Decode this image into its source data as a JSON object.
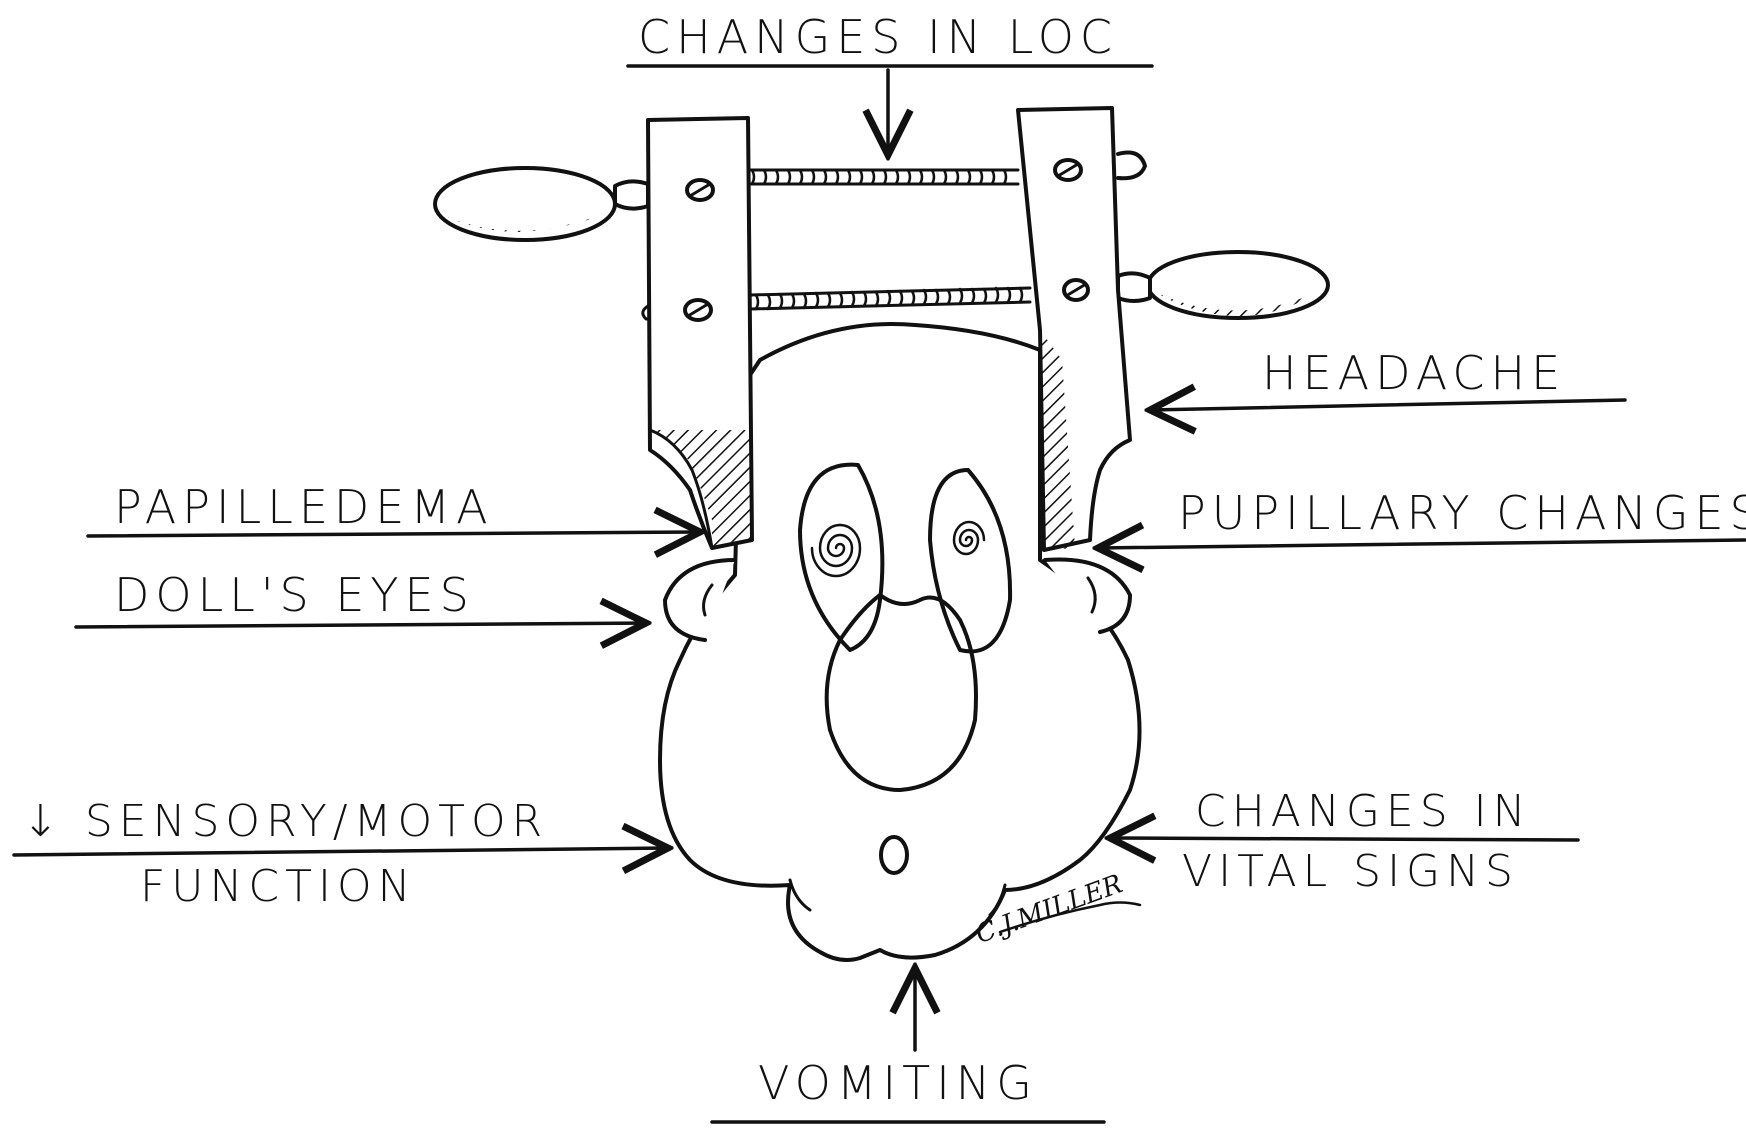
{
  "labels": {
    "changes_in_loc": "CHANGES IN LOC",
    "headache": "HEADACHE",
    "papilledema": "PAPILLEDEMA",
    "pupillary_changes": "PUPILLARY CHANGES",
    "dolls_eyes": "DOLL'S EYES",
    "sensory_motor_line1": "↓ SENSORY/MOTOR",
    "sensory_motor_line2": "FUNCTION",
    "vital_signs_line1": "CHANGES IN",
    "vital_signs_line2": "VITAL SIGNS",
    "vomiting": "VOMITING"
  },
  "signature": "C.J.MILLER",
  "colors": {
    "ink": "#111111",
    "background": "#ffffff"
  }
}
